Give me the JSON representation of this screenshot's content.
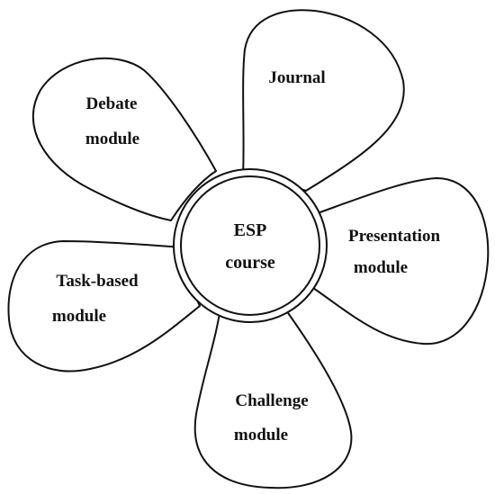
{
  "center": {
    "line1": "ESP",
    "line2": "course"
  },
  "petals": {
    "journal": {
      "line1": "Journal"
    },
    "presentation": {
      "line1": "Presentation",
      "line2": "module"
    },
    "challenge": {
      "line1": "Challenge",
      "line2": "module"
    },
    "task_based": {
      "line1": "Task-based",
      "line2": "module"
    },
    "debate": {
      "line1": "Debate",
      "line2": "module"
    }
  }
}
